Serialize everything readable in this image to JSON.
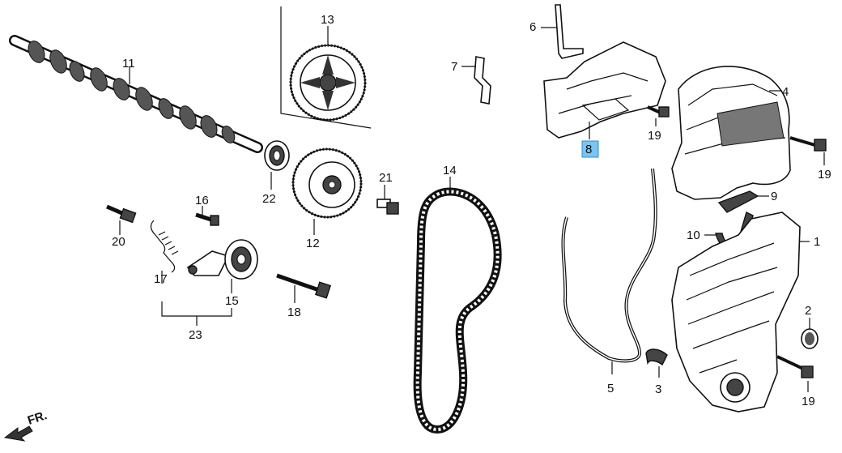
{
  "diagram": {
    "callouts": [
      {
        "id": "c1",
        "label": "1"
      },
      {
        "id": "c2",
        "label": "2"
      },
      {
        "id": "c3",
        "label": "3"
      },
      {
        "id": "c4",
        "label": "4"
      },
      {
        "id": "c5",
        "label": "5"
      },
      {
        "id": "c6",
        "label": "6"
      },
      {
        "id": "c7",
        "label": "7"
      },
      {
        "id": "c8",
        "label": "8",
        "highlighted": true
      },
      {
        "id": "c9",
        "label": "9"
      },
      {
        "id": "c10",
        "label": "10"
      },
      {
        "id": "c11",
        "label": "11"
      },
      {
        "id": "c12",
        "label": "12"
      },
      {
        "id": "c13",
        "label": "13"
      },
      {
        "id": "c14",
        "label": "14"
      },
      {
        "id": "c15",
        "label": "15"
      },
      {
        "id": "c16",
        "label": "16"
      },
      {
        "id": "c17",
        "label": "17"
      },
      {
        "id": "c18",
        "label": "18"
      },
      {
        "id": "c19a",
        "label": "19"
      },
      {
        "id": "c19b",
        "label": "19"
      },
      {
        "id": "c19c",
        "label": "19"
      },
      {
        "id": "c20",
        "label": "20"
      },
      {
        "id": "c21",
        "label": "21"
      },
      {
        "id": "c22",
        "label": "22"
      },
      {
        "id": "c23",
        "label": "23"
      }
    ],
    "front_indicator": "FR.",
    "highlight_color": "#7cc3ef"
  }
}
